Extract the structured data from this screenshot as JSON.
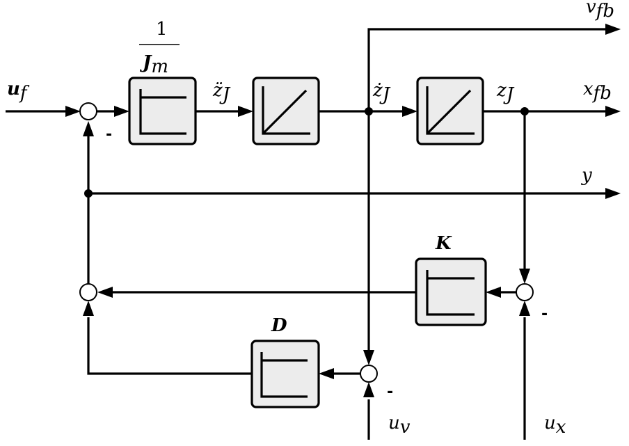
{
  "labels": {
    "input_force": "u",
    "input_force_sub": "f",
    "inertia_num": "1",
    "inertia_den": "J",
    "inertia_den_sub": "m",
    "accel": "z̈",
    "accel_sub": "J",
    "vel": "ż",
    "vel_sub": "J",
    "pos": "z",
    "pos_sub": "J",
    "vel_out": "v",
    "vel_out_sub": "fb",
    "pos_out": "x",
    "pos_out_sub": "fb",
    "y_out": "y",
    "stiffness": "K",
    "damping": "D",
    "vel_ref": "u",
    "vel_ref_sub": "v",
    "pos_ref": "u",
    "pos_ref_sub": "x"
  },
  "signs": {
    "sum_in": "-",
    "sum_k": "-",
    "sum_d": "-"
  }
}
